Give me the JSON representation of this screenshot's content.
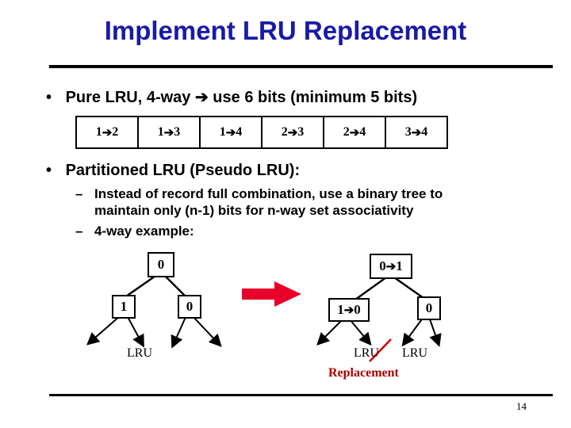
{
  "title": "Implement LRU Replacement",
  "bullets": {
    "b1": {
      "marker": "•",
      "before": "Pure LRU, 4-way",
      "arrow": "➔",
      "after": "use 6 bits (minimum 5 bits)"
    },
    "b2": {
      "marker": "•",
      "text": "Partitioned LRU (Pseudo LRU):"
    }
  },
  "pairs": [
    {
      "a": "1",
      "arrow": "➔",
      "b": "2"
    },
    {
      "a": "1",
      "arrow": "➔",
      "b": "3"
    },
    {
      "a": "1",
      "arrow": "➔",
      "b": "4"
    },
    {
      "a": "2",
      "arrow": "➔",
      "b": "3"
    },
    {
      "a": "2",
      "arrow": "➔",
      "b": "4"
    },
    {
      "a": "3",
      "arrow": "➔",
      "b": "4"
    }
  ],
  "subs": {
    "s1_line1": "Instead of record full combination, use a binary tree to",
    "s1_line2": "maintain only (n-1) bits for n-way set associativity",
    "s2": "4-way example:",
    "dash": "–"
  },
  "tree_left": {
    "root": "0",
    "left": "1",
    "right": "0",
    "leaf_label": "LRU"
  },
  "tree_right": {
    "root_from": "0",
    "root_arrow": "➔",
    "root_to": "1",
    "left_from": "1",
    "left_arrow": "➔",
    "left_to": "0",
    "right": "0",
    "old_label": "LRU",
    "new_label": "LRU",
    "replacement": "Replacement"
  },
  "page_number": "14",
  "colors": {
    "title": "#1a1aa6",
    "replacement": "#aa0000",
    "big_arrow": "#e8002a",
    "strike": "#cc0000"
  }
}
